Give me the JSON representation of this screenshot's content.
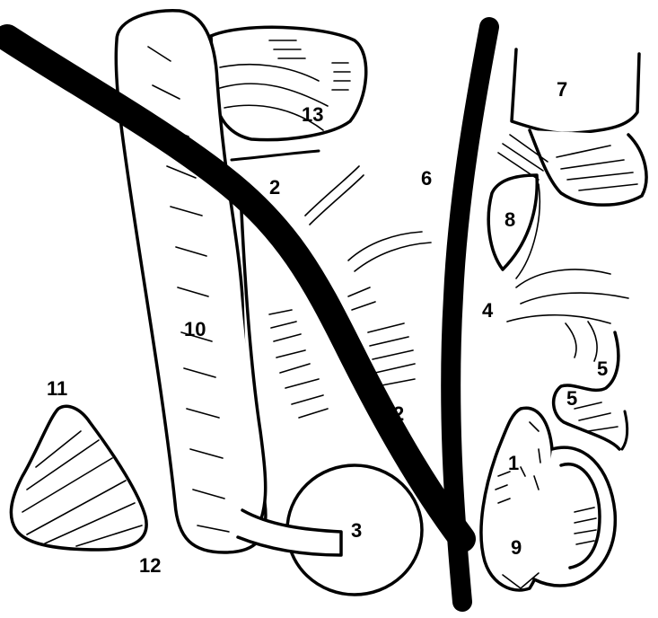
{
  "diagram": {
    "labels": {
      "l1": "1",
      "l2a": "2",
      "l2b": "2",
      "l3": "3",
      "l4": "4",
      "l5a": "5",
      "l5b": "5",
      "l6": "6",
      "l7": "7",
      "l8": "8",
      "l9": "9",
      "l10": "10",
      "l11": "11",
      "l12": "12",
      "l13": "13"
    }
  }
}
